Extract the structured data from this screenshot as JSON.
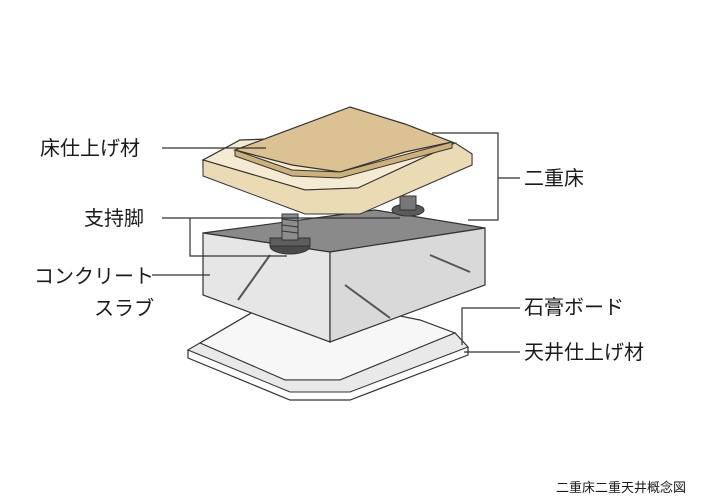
{
  "labels": {
    "floor_finish": "床仕上げ材",
    "support_leg": "支持脚",
    "concrete_slab_line1": "コンクリート",
    "concrete_slab_line2": "スラブ",
    "double_floor": "二重床",
    "gypsum_board": "石膏ボード",
    "ceiling_finish": "天井仕上げ材"
  },
  "caption": "二重床二重天井概念図",
  "colors": {
    "floor_finish": "#dcc293",
    "floor_base": "#f1e5c9",
    "concrete_top": "#8a8a8a",
    "concrete_face": "#e6e6e6",
    "gypsum": "#f3f3f3",
    "outline": "#333333"
  }
}
